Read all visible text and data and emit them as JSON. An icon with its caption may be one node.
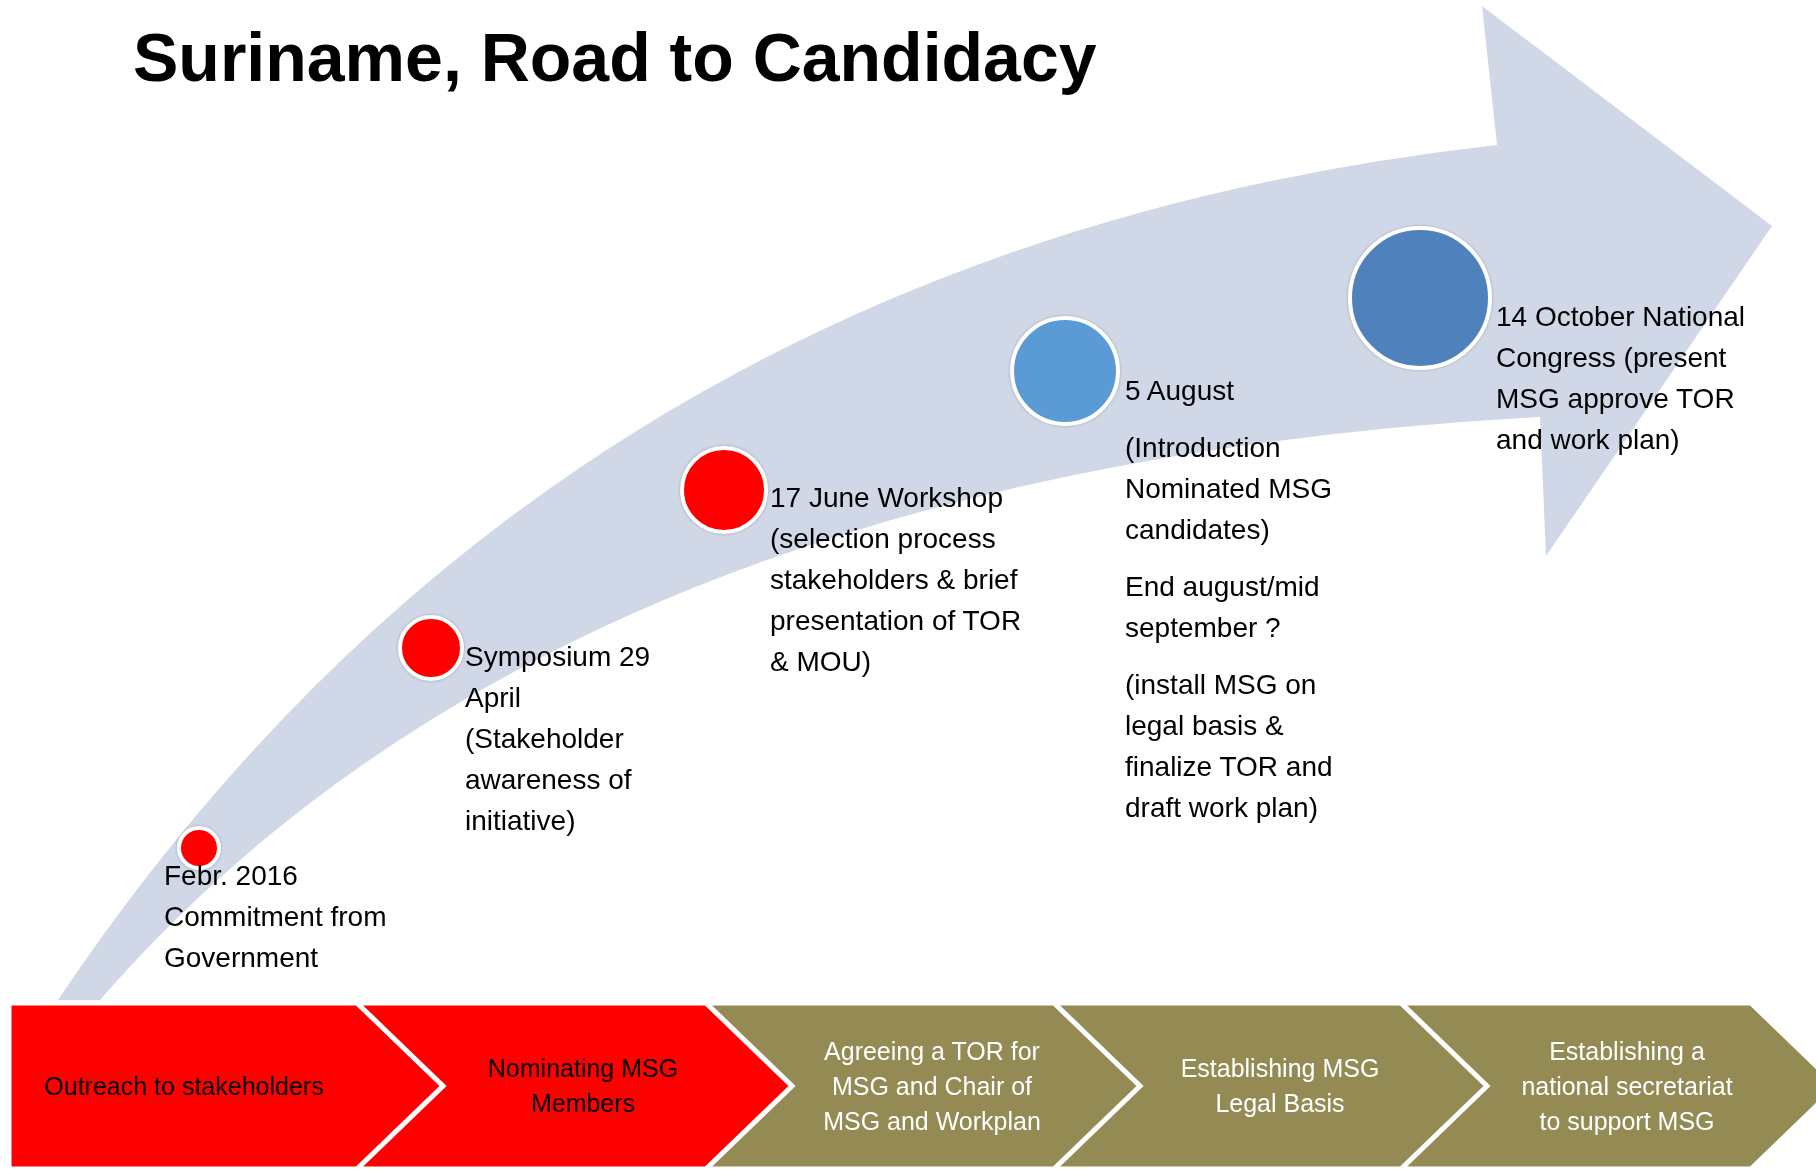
{
  "diagram": {
    "title": "Suriname, Road to Candidacy",
    "nodes": [
      {
        "text": [],
        "shape": "circle",
        "beside": [
          "Febr. 2016 Commitment from Government"
        ]
      },
      {
        "text": [],
        "shape": "circle",
        "beside": [
          "Symposium 29 April (Stakeholder awareness of initiative)"
        ]
      },
      {
        "text": [],
        "shape": "circle",
        "beside": [
          "17 June Workshop (selection process stakeholders & brief presentation of TOR & MOU)"
        ]
      },
      {
        "text": [],
        "shape": "circle",
        "beside": [
          "5 August",
          "(Introduction Nominated MSG candidates)",
          "End august/mid september ?",
          "(install MSG on legal basis & finalize TOR and draft work plan)"
        ]
      },
      {
        "text": [],
        "shape": "circle",
        "beside": [
          "14 October National Congress (present MSG approve TOR and work plan)"
        ]
      },
      {
        "text": [
          "Outreach to stakeholders"
        ]
      },
      {
        "text": [
          "Nominating MSG Members"
        ]
      },
      {
        "text": [
          "Agreeing a TOR for MSG and Chair of MSG and Workplan"
        ]
      },
      {
        "text": [
          "Establishing MSG Legal Basis"
        ]
      },
      {
        "text": [
          "Establishing a national secretariat to support MSG"
        ]
      }
    ]
  }
}
